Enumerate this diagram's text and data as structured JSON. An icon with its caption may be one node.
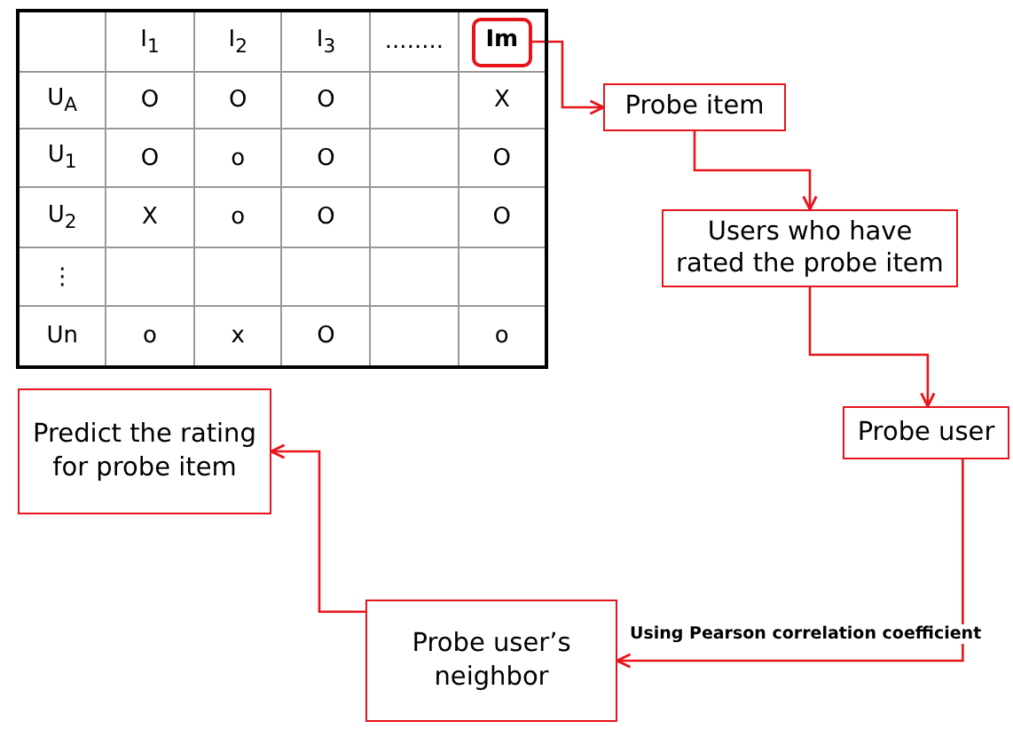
{
  "diagram": {
    "nodes": [
      {
        "text": [
          "Im"
        ]
      },
      {
        "text": [
          "Probe item"
        ]
      },
      {
        "text": [
          "Users who have rated the probe item"
        ]
      },
      {
        "text": [
          "Probe user"
        ]
      },
      {
        "text": [
          "Probe user’s neighbor"
        ]
      },
      {
        "text": [
          "Predict the rating for probe item"
        ]
      }
    ],
    "edges": [
      {
        "from": 0,
        "to": 1,
        "arrow": "to"
      },
      {
        "from": 1,
        "to": 2,
        "arrow": "to"
      },
      {
        "from": 2,
        "to": 3,
        "arrow": "to"
      },
      {
        "from": 3,
        "to": 4,
        "arrow": "to",
        "label": "Using Pearson correlation coefficient"
      },
      {
        "from": 4,
        "to": 5,
        "arrow": "to"
      }
    ],
    "labels": [
      "I$_{1}$",
      "I$_{2}$",
      "I$_{3}$",
      "........",
      "U$_{A}$",
      "O",
      "O",
      "O",
      "X",
      "U$_{1}$",
      "O",
      "o",
      "O",
      "O",
      "U$_{2}$",
      "X",
      "o",
      "O",
      "O",
      "⋮",
      "Un",
      "o",
      "x",
      "O",
      "o"
    ]
  }
}
